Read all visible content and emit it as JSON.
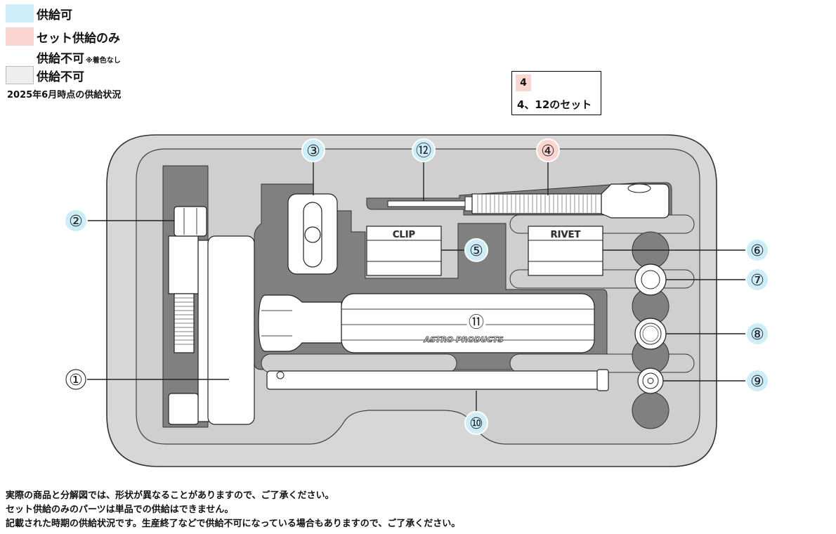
{
  "legend": [
    {
      "label": "供給可",
      "note": "",
      "color": "#cdeef9",
      "border": false
    },
    {
      "label": "セット供給のみ",
      "note": "",
      "color": "#fbd5d0",
      "border": false
    },
    {
      "label": "供給不可",
      "note": "※着色なし",
      "color": "#ffffff",
      "border": false
    },
    {
      "label": "供給不可",
      "note": "",
      "color": "#eeeeee",
      "border": true
    }
  ],
  "status_date": "2025年6月時点の供給状況",
  "set_box": {
    "badge": "4",
    "text": "4、12のセット"
  },
  "labels": {
    "clip": "CLIP",
    "rivet": "RIVET",
    "brand": "ASTRO PRODUCTS"
  },
  "callouts": [
    {
      "num": "①",
      "status": "none"
    },
    {
      "num": "②",
      "status": "available"
    },
    {
      "num": "③",
      "status": "available"
    },
    {
      "num": "④",
      "status": "set_only"
    },
    {
      "num": "⑤",
      "status": "available"
    },
    {
      "num": "⑥",
      "status": "available"
    },
    {
      "num": "⑦",
      "status": "available"
    },
    {
      "num": "⑧",
      "status": "available"
    },
    {
      "num": "⑨",
      "status": "available"
    },
    {
      "num": "⑩",
      "status": "available"
    },
    {
      "num": "⑪",
      "status": "none"
    },
    {
      "num": "⑫",
      "status": "available"
    }
  ],
  "status_colors": {
    "available": "#cdeef9",
    "set_only": "#fbd5d0",
    "none": "#ffffff"
  },
  "notes": [
    "実際の商品と分解図では、形状が異なることがありますので、ご了承ください。",
    "セット供給のみのパーツは単品での供給はできません。",
    "記載された時期の供給状況です。生産終了などで供給不可になっている場合もありますので、ご了承ください。"
  ]
}
